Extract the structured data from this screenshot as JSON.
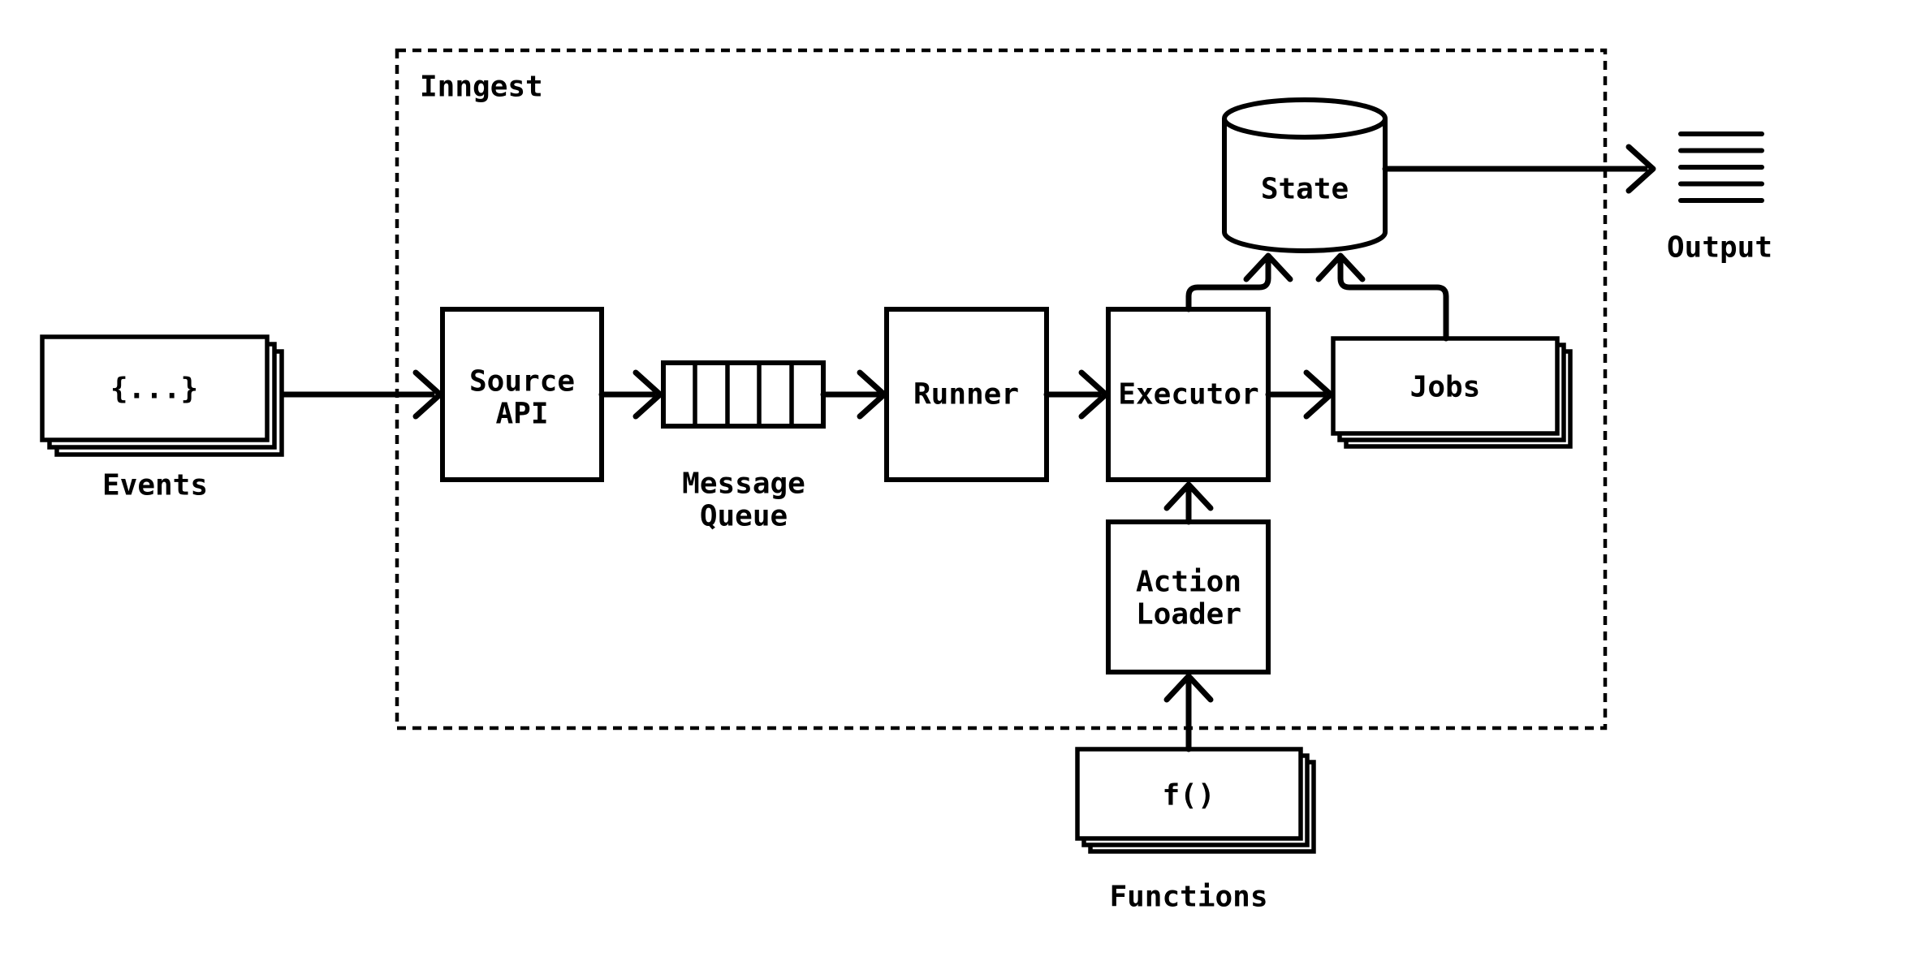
{
  "diagram": {
    "type": "architecture-flow-diagram",
    "boundary": {
      "label": "Inngest"
    },
    "colors": {
      "stroke": "#000000",
      "background": "#ffffff",
      "fill": "#ffffff"
    },
    "nodes": {
      "events": {
        "card_text": "{...}",
        "label": "Events",
        "stacked": true
      },
      "source_api": {
        "line1": "Source",
        "line2": "API"
      },
      "message_queue": {
        "label_line1": "Message",
        "label_line2": "Queue",
        "cells": 5
      },
      "runner": {
        "label": "Runner"
      },
      "executor": {
        "label": "Executor"
      },
      "jobs": {
        "label": "Jobs",
        "stacked": true
      },
      "state": {
        "label": "State",
        "shape": "database-cylinder"
      },
      "action_loader": {
        "line1": "Action",
        "line2": "Loader"
      },
      "functions": {
        "card_text": "f()",
        "label": "Functions",
        "stacked": true
      },
      "output": {
        "label": "Output",
        "icon": "horizontal-lines-icon",
        "icon_lines": 5
      }
    },
    "edges": [
      {
        "from": "events",
        "to": "source_api"
      },
      {
        "from": "source_api",
        "to": "message_queue"
      },
      {
        "from": "message_queue",
        "to": "runner"
      },
      {
        "from": "runner",
        "to": "executor"
      },
      {
        "from": "executor",
        "to": "jobs"
      },
      {
        "from": "executor",
        "to": "state"
      },
      {
        "from": "jobs",
        "to": "state"
      },
      {
        "from": "state",
        "to": "output"
      },
      {
        "from": "action_loader",
        "to": "executor"
      },
      {
        "from": "functions",
        "to": "action_loader"
      }
    ],
    "inside_boundary": [
      "source_api",
      "message_queue",
      "runner",
      "executor",
      "jobs",
      "state",
      "action_loader"
    ],
    "outside_boundary": [
      "events",
      "functions",
      "output"
    ]
  }
}
